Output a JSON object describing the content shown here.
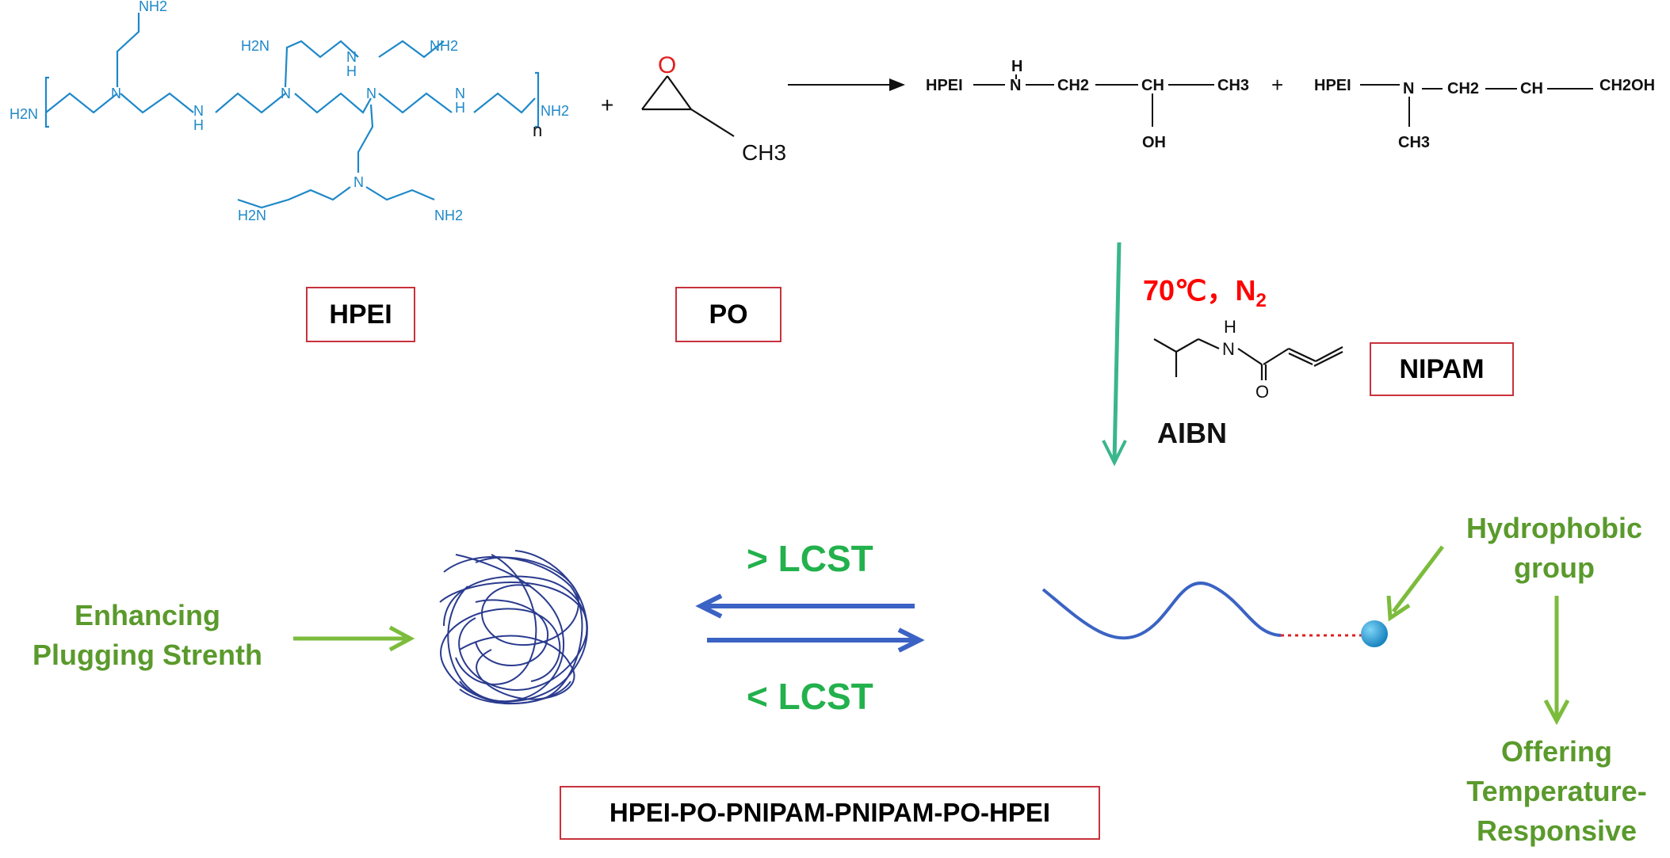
{
  "hpei": {
    "label": "HPEI",
    "atoms": {
      "nh2": "NH2",
      "n": "N",
      "nh_n": "N",
      "nh_h": "H",
      "h2n": "H2N",
      "subscript_n": "n"
    }
  },
  "po": {
    "label": "PO",
    "o_atom": "O",
    "methyl": "CH3"
  },
  "reaction": {
    "plus": "+",
    "product1": {
      "hpei": "HPEI",
      "n": "N",
      "h": "H",
      "ch2": "CH2",
      "ch": "CH",
      "ch3": "CH3",
      "oh": "OH"
    },
    "product2": {
      "hpei": "HPEI",
      "n": "N",
      "ch2": "CH2",
      "ch": "CH",
      "ch2oh": "CH2OH",
      "ch3": "CH3"
    }
  },
  "conditions": {
    "temperature_gas": "70℃，N",
    "gas_subscript": "2",
    "initiator": "AIBN",
    "nipam_h": "H",
    "nipam_n": "N",
    "nipam_o": "O"
  },
  "nipam": {
    "label": "NIPAM"
  },
  "transition": {
    "above": "> LCST",
    "below": "< LCST"
  },
  "left_note": {
    "line1": "Enhancing",
    "line2": "Plugging Strenth"
  },
  "right_note": {
    "line1": "Hydrophobic",
    "line2": "group"
  },
  "bottom_note": {
    "line1": "Offering",
    "line2": "Temperature-",
    "line3": "Responsive"
  },
  "product_label": "HPEI-PO-PNIPAM-PNIPAM-PO-HPEI",
  "colors": {
    "label_border": "#c8323c",
    "structure_blue": "#1e88c8",
    "arrow_blue": "#3b63c4",
    "teal_arrow": "#3ab68c",
    "note_green": "#5a9a2c",
    "lcst_green": "#22b14c",
    "condition_red": "#ff0000",
    "bond_red": "#e02020",
    "hydrophobic_sphere": "#2a9fd6"
  }
}
